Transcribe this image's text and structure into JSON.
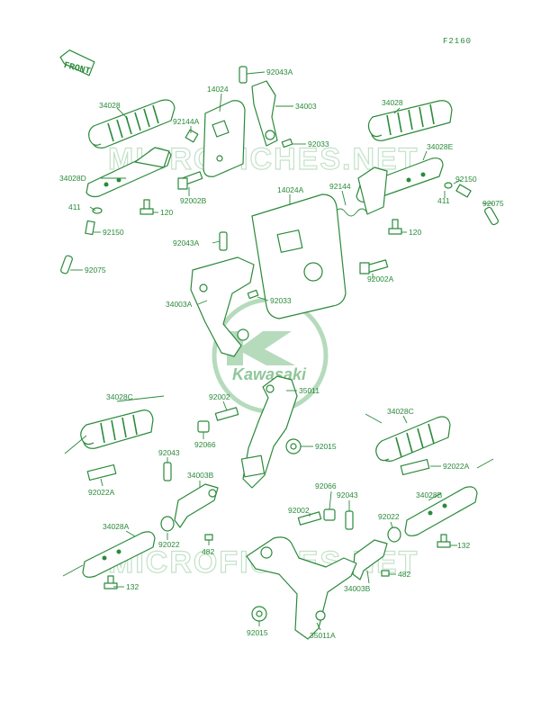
{
  "figure_code": "F2160",
  "front_label": "FRONT",
  "logo_text": "Kawasaki",
  "watermark_text": "MICROFICHES.NET",
  "labels": {
    "l92043A_top": "92043A",
    "l14024": "14024",
    "l34003": "34003",
    "l34028_left": "34028",
    "l92144A": "92144A",
    "l92033_top": "92033",
    "l34028D": "34028D",
    "l92002B": "92002B",
    "l411_left": "411",
    "l120_left": "120",
    "l92150_left": "92150",
    "l92075_left": "92075",
    "l34028_right": "34028",
    "l34028E": "34028E",
    "l92150_right": "92150",
    "l92144": "92144",
    "l14024A": "14024A",
    "l411_right": "411",
    "l92075_right": "92075",
    "l120_right": "120",
    "l92043A_mid": "92043A",
    "l92002A": "92002A",
    "l92033_mid": "92033",
    "l34003A": "34003A",
    "l34028C_left": "34028C",
    "l92002_mid": "92002",
    "l35011": "35011",
    "l92066_mid": "92066",
    "l92015_mid": "92015",
    "l34028C_right": "34028C",
    "l92043_left": "92043",
    "l34003B_left": "34003B",
    "l92022A_right": "92022A",
    "l92022A_left": "92022A",
    "l92066_low": "92066",
    "l92043_right": "92043",
    "l34028B": "34028B",
    "l92002_low": "92002",
    "l92022_right": "92022",
    "l34028A": "34028A",
    "l92022_left": "92022",
    "l482_left": "482",
    "l132_right": "132",
    "l482_right": "482",
    "l132_left": "132",
    "l34003B_right": "34003B",
    "l92015_low": "92015",
    "l35011A": "35011A"
  }
}
